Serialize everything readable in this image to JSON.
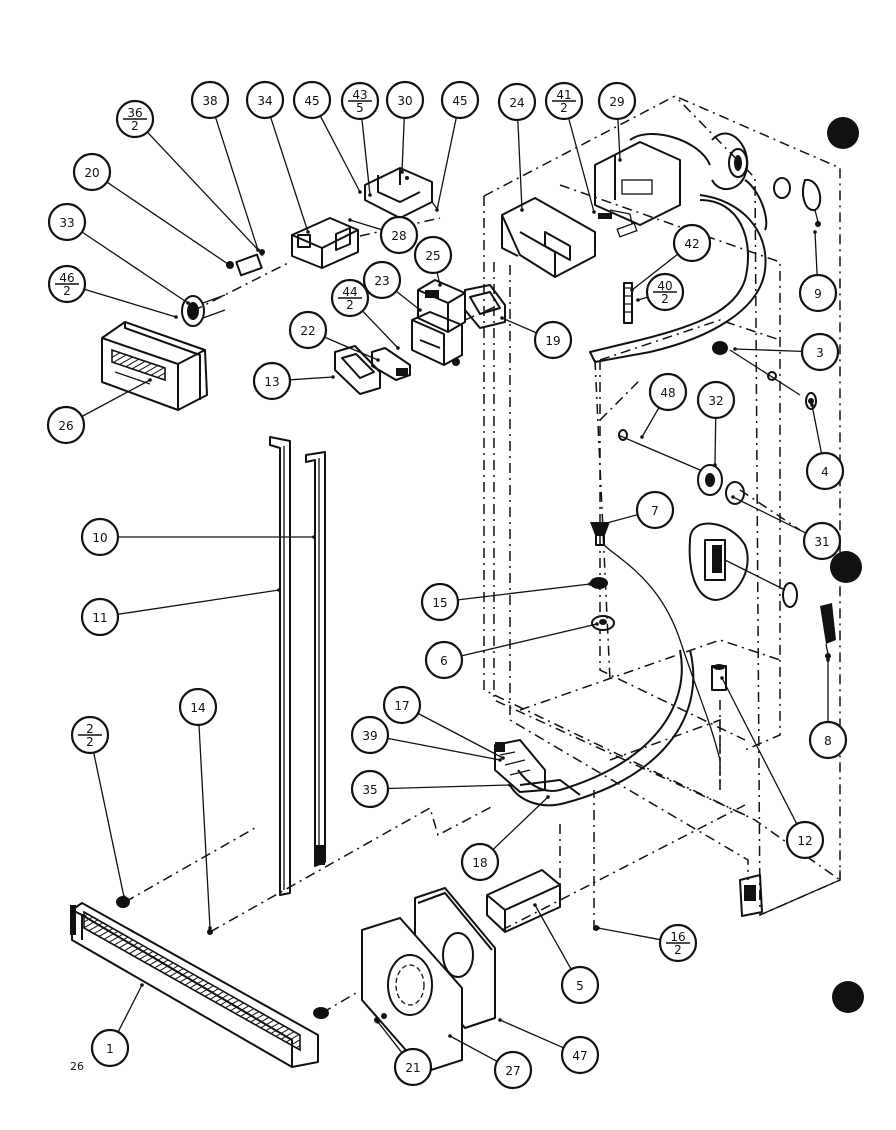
{
  "page_code": "26",
  "callouts": [
    {
      "id": "c1",
      "label": "1"
    },
    {
      "id": "c2",
      "num": "2",
      "den": "2"
    },
    {
      "id": "c3",
      "label": "3"
    },
    {
      "id": "c4",
      "label": "4"
    },
    {
      "id": "c5",
      "label": "5"
    },
    {
      "id": "c6",
      "label": "6"
    },
    {
      "id": "c7",
      "label": "7"
    },
    {
      "id": "c8",
      "label": "8"
    },
    {
      "id": "c9",
      "label": "9"
    },
    {
      "id": "c10",
      "label": "10"
    },
    {
      "id": "c11",
      "label": "11"
    },
    {
      "id": "c12",
      "label": "12"
    },
    {
      "id": "c13",
      "label": "13"
    },
    {
      "id": "c14",
      "label": "14"
    },
    {
      "id": "c15",
      "label": "15"
    },
    {
      "id": "c16",
      "num": "16",
      "den": "2"
    },
    {
      "id": "c17",
      "label": "17"
    },
    {
      "id": "c18",
      "label": "18"
    },
    {
      "id": "c19",
      "label": "19"
    },
    {
      "id": "c20",
      "label": "20"
    },
    {
      "id": "c21",
      "label": "21"
    },
    {
      "id": "c22",
      "label": "22"
    },
    {
      "id": "c23",
      "label": "23"
    },
    {
      "id": "c24",
      "label": "24"
    },
    {
      "id": "c25",
      "label": "25"
    },
    {
      "id": "c26",
      "label": "26"
    },
    {
      "id": "c27",
      "label": "27"
    },
    {
      "id": "c28",
      "label": "28"
    },
    {
      "id": "c29",
      "label": "29"
    },
    {
      "id": "c30",
      "label": "30"
    },
    {
      "id": "c31",
      "label": "31"
    },
    {
      "id": "c32",
      "label": "32"
    },
    {
      "id": "c33",
      "label": "33"
    },
    {
      "id": "c34",
      "label": "34"
    },
    {
      "id": "c35",
      "label": "35"
    },
    {
      "id": "c36",
      "num": "36",
      "den": "2"
    },
    {
      "id": "c38",
      "label": "38"
    },
    {
      "id": "c39",
      "label": "39"
    },
    {
      "id": "c40",
      "num": "40",
      "den": "2"
    },
    {
      "id": "c41",
      "num": "41",
      "den": "2"
    },
    {
      "id": "c42",
      "label": "42"
    },
    {
      "id": "c43",
      "num": "43",
      "den": "5"
    },
    {
      "id": "c44",
      "num": "44",
      "den": "2"
    },
    {
      "id": "c45a",
      "label": "45"
    },
    {
      "id": "c45b",
      "label": "45"
    },
    {
      "id": "c46",
      "num": "46",
      "den": "2"
    },
    {
      "id": "c47",
      "label": "47"
    },
    {
      "id": "c48",
      "label": "48"
    }
  ]
}
